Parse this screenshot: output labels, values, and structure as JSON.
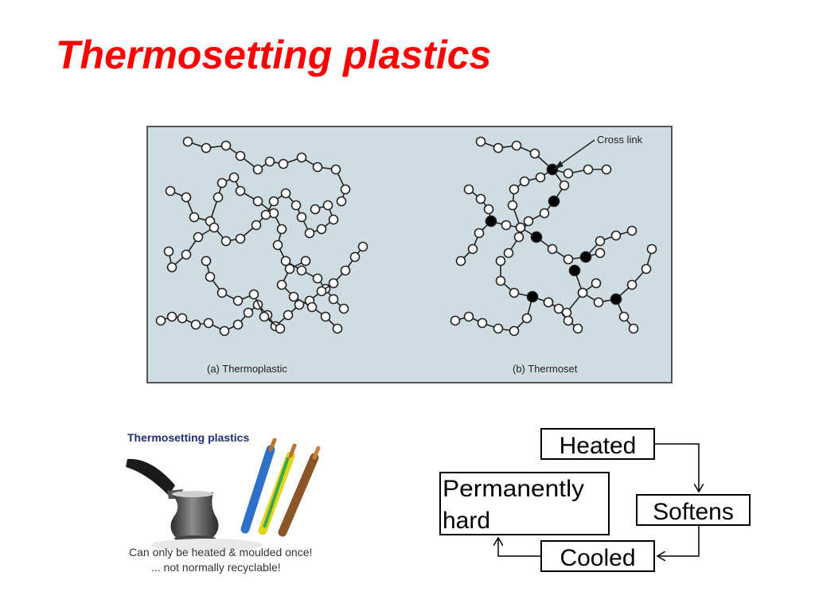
{
  "slide": {
    "title": "Thermosetting plastics"
  },
  "polymer_figure": {
    "cross_link_label": "Cross link",
    "thermoplastic_caption": "(a) Thermoplastic",
    "thermoset_caption": "(b) Thermoset",
    "background_color": "#cfdde3",
    "chain_node_color": "#ffffff",
    "cross_link_color": "#000000"
  },
  "photo_panel": {
    "heading": "Thermosetting plastics",
    "caption_line1": "Can only be heated & moulded once!",
    "caption_line2": "... not normally recyclable!",
    "heading_color": "#1f2f7a"
  },
  "flow": {
    "heated": "Heated",
    "softens": "Softens",
    "cooled": "Cooled",
    "permanently_hard_line1": "Permanently",
    "permanently_hard_line2": "hard"
  }
}
